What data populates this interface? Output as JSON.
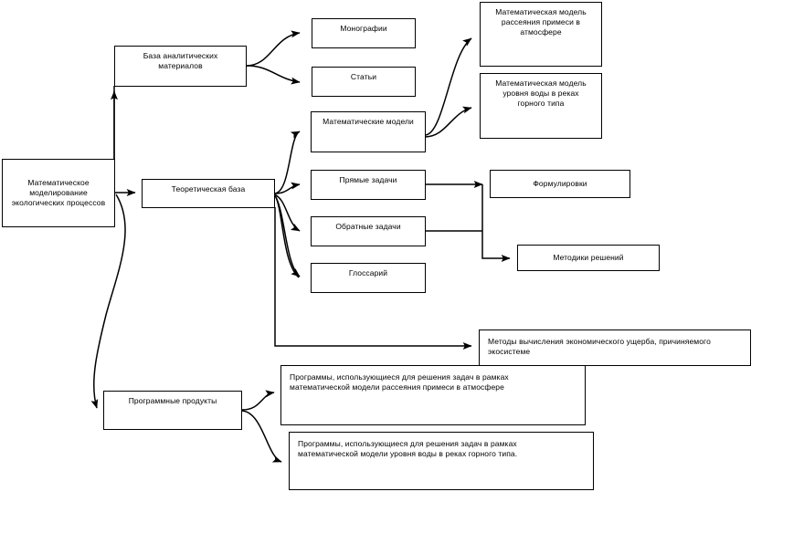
{
  "diagram": {
    "title": "Математическое моделирование экологических процессов",
    "type": "hierarchical-flowchart",
    "language": "ru",
    "colors": {
      "background": "#ffffff",
      "stroke": "#000000",
      "text": "#000000"
    },
    "nodes": {
      "root": "Математическое\nмоделирование\nэкологических процессов",
      "analytic_base": "База аналитических\nматериалов",
      "monographs": "Монографии",
      "articles": "Статьи",
      "theory_base": "Теоретическая база",
      "math_models": "Математические модели",
      "direct_tasks": "Прямые задачи",
      "inverse_tasks": "Обратные задачи",
      "glossary": "Глоссарий",
      "model_dispersion": "Математическая модель\nрассеяния примеси в\nатмосфере",
      "model_water_level": "Математическая модель\nуровня воды в реках\nгорного типа",
      "formulations": "Формулировки",
      "solution_methods": "Методики решений",
      "economic_damage": "Методы вычисления экономического ущерба, причиняемого\nэкосистеме",
      "software_products": "Программные продукты",
      "programs_dispersion": "Программы, использующиеся для решения задач в  рамках\nматематической модели рассеяния примеси в атмосфере",
      "programs_water_level": "Программы, использующиеся для решения задач в  рамках\nматематической модели уровня воды в реках горного типа."
    },
    "edges": [
      {
        "from": "root",
        "to": "analytic_base",
        "style": "orthogonal-arrow"
      },
      {
        "from": "root",
        "to": "theory_base",
        "style": "straight-arrow"
      },
      {
        "from": "root",
        "to": "software_products",
        "style": "curved-arrow"
      },
      {
        "from": "analytic_base",
        "to": "monographs",
        "style": "curved-arrow"
      },
      {
        "from": "analytic_base",
        "to": "articles",
        "style": "curved-arrow"
      },
      {
        "from": "theory_base",
        "to": "math_models",
        "style": "curved-arrow"
      },
      {
        "from": "theory_base",
        "to": "direct_tasks",
        "style": "curved-arrow"
      },
      {
        "from": "theory_base",
        "to": "inverse_tasks",
        "style": "curved-arrow"
      },
      {
        "from": "theory_base",
        "to": "glossary",
        "style": "curved-arrow"
      },
      {
        "from": "theory_base",
        "to": "economic_damage",
        "style": "orthogonal-arrow"
      },
      {
        "from": "math_models",
        "to": "model_dispersion",
        "style": "curved-arrow"
      },
      {
        "from": "math_models",
        "to": "model_water_level",
        "style": "curved-arrow"
      },
      {
        "from": "direct_tasks",
        "to": "formulations",
        "style": "orthogonal-arrow"
      },
      {
        "from": "inverse_tasks",
        "to": "solution_methods",
        "style": "orthogonal-arrow"
      },
      {
        "from": "software_products",
        "to": "programs_dispersion",
        "style": "curved-arrow"
      },
      {
        "from": "software_products",
        "to": "programs_water_level",
        "style": "curved-arrow"
      }
    ]
  }
}
